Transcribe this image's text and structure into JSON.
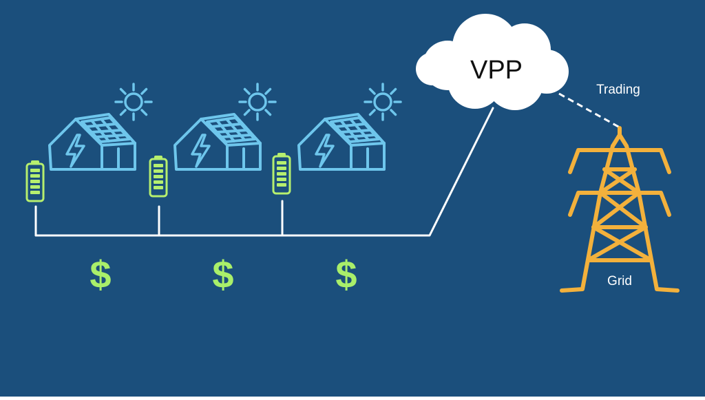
{
  "diagram": {
    "cloud_label": "VPP",
    "trading_label": "Trading",
    "grid_label": "Grid",
    "price_symbols": [
      "$",
      "$",
      "$"
    ]
  },
  "colors": {
    "background": "#1b4f7c",
    "house": "#6ec6ec",
    "battery": "#b6ef6e",
    "dollar": "#a9ef6a",
    "line": "#ffffff",
    "tower": "#f3b13c",
    "cloud_fill": "#ffffff",
    "cloud_text": "#111111"
  },
  "icons": [
    "solar-house-icon",
    "sun-icon",
    "battery-icon",
    "cloud-icon",
    "transmission-tower-icon",
    "dollar-sign"
  ]
}
